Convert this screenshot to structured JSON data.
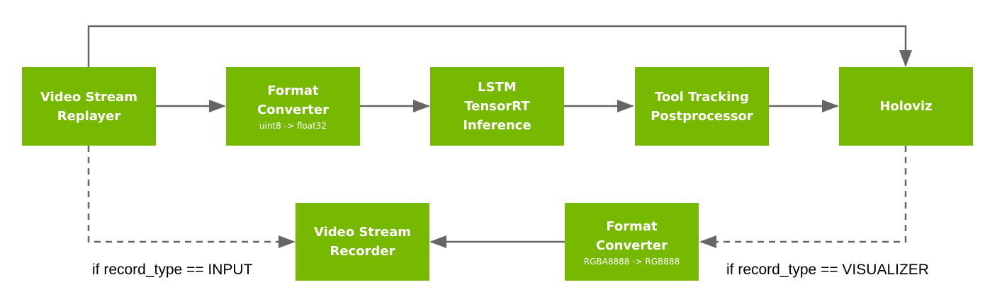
{
  "colors": {
    "node_fill": "#76b900",
    "node_text": "#ffffff",
    "edge": "#666666",
    "label_text": "#000000"
  },
  "nodes": {
    "replayer": {
      "title": "Video Stream\nReplayer",
      "sub": ""
    },
    "format_converter_1": {
      "title": "Format\nConverter",
      "sub": "uint8 -> float32"
    },
    "lstm": {
      "title": "LSTM\nTensorRT\nInference",
      "sub": ""
    },
    "postprocessor": {
      "title": "Tool Tracking\nPostprocessor",
      "sub": ""
    },
    "holoviz": {
      "title": "Holoviz",
      "sub": ""
    },
    "recorder": {
      "title": "Video Stream\nRecorder",
      "sub": ""
    },
    "format_converter_2": {
      "title": "Format\nConverter",
      "sub": "RGBA8888 -> RGB888"
    }
  },
  "labels": {
    "input_condition": "if record_type == INPUT",
    "visualizer_condition": "if record_type == VISUALIZER"
  }
}
